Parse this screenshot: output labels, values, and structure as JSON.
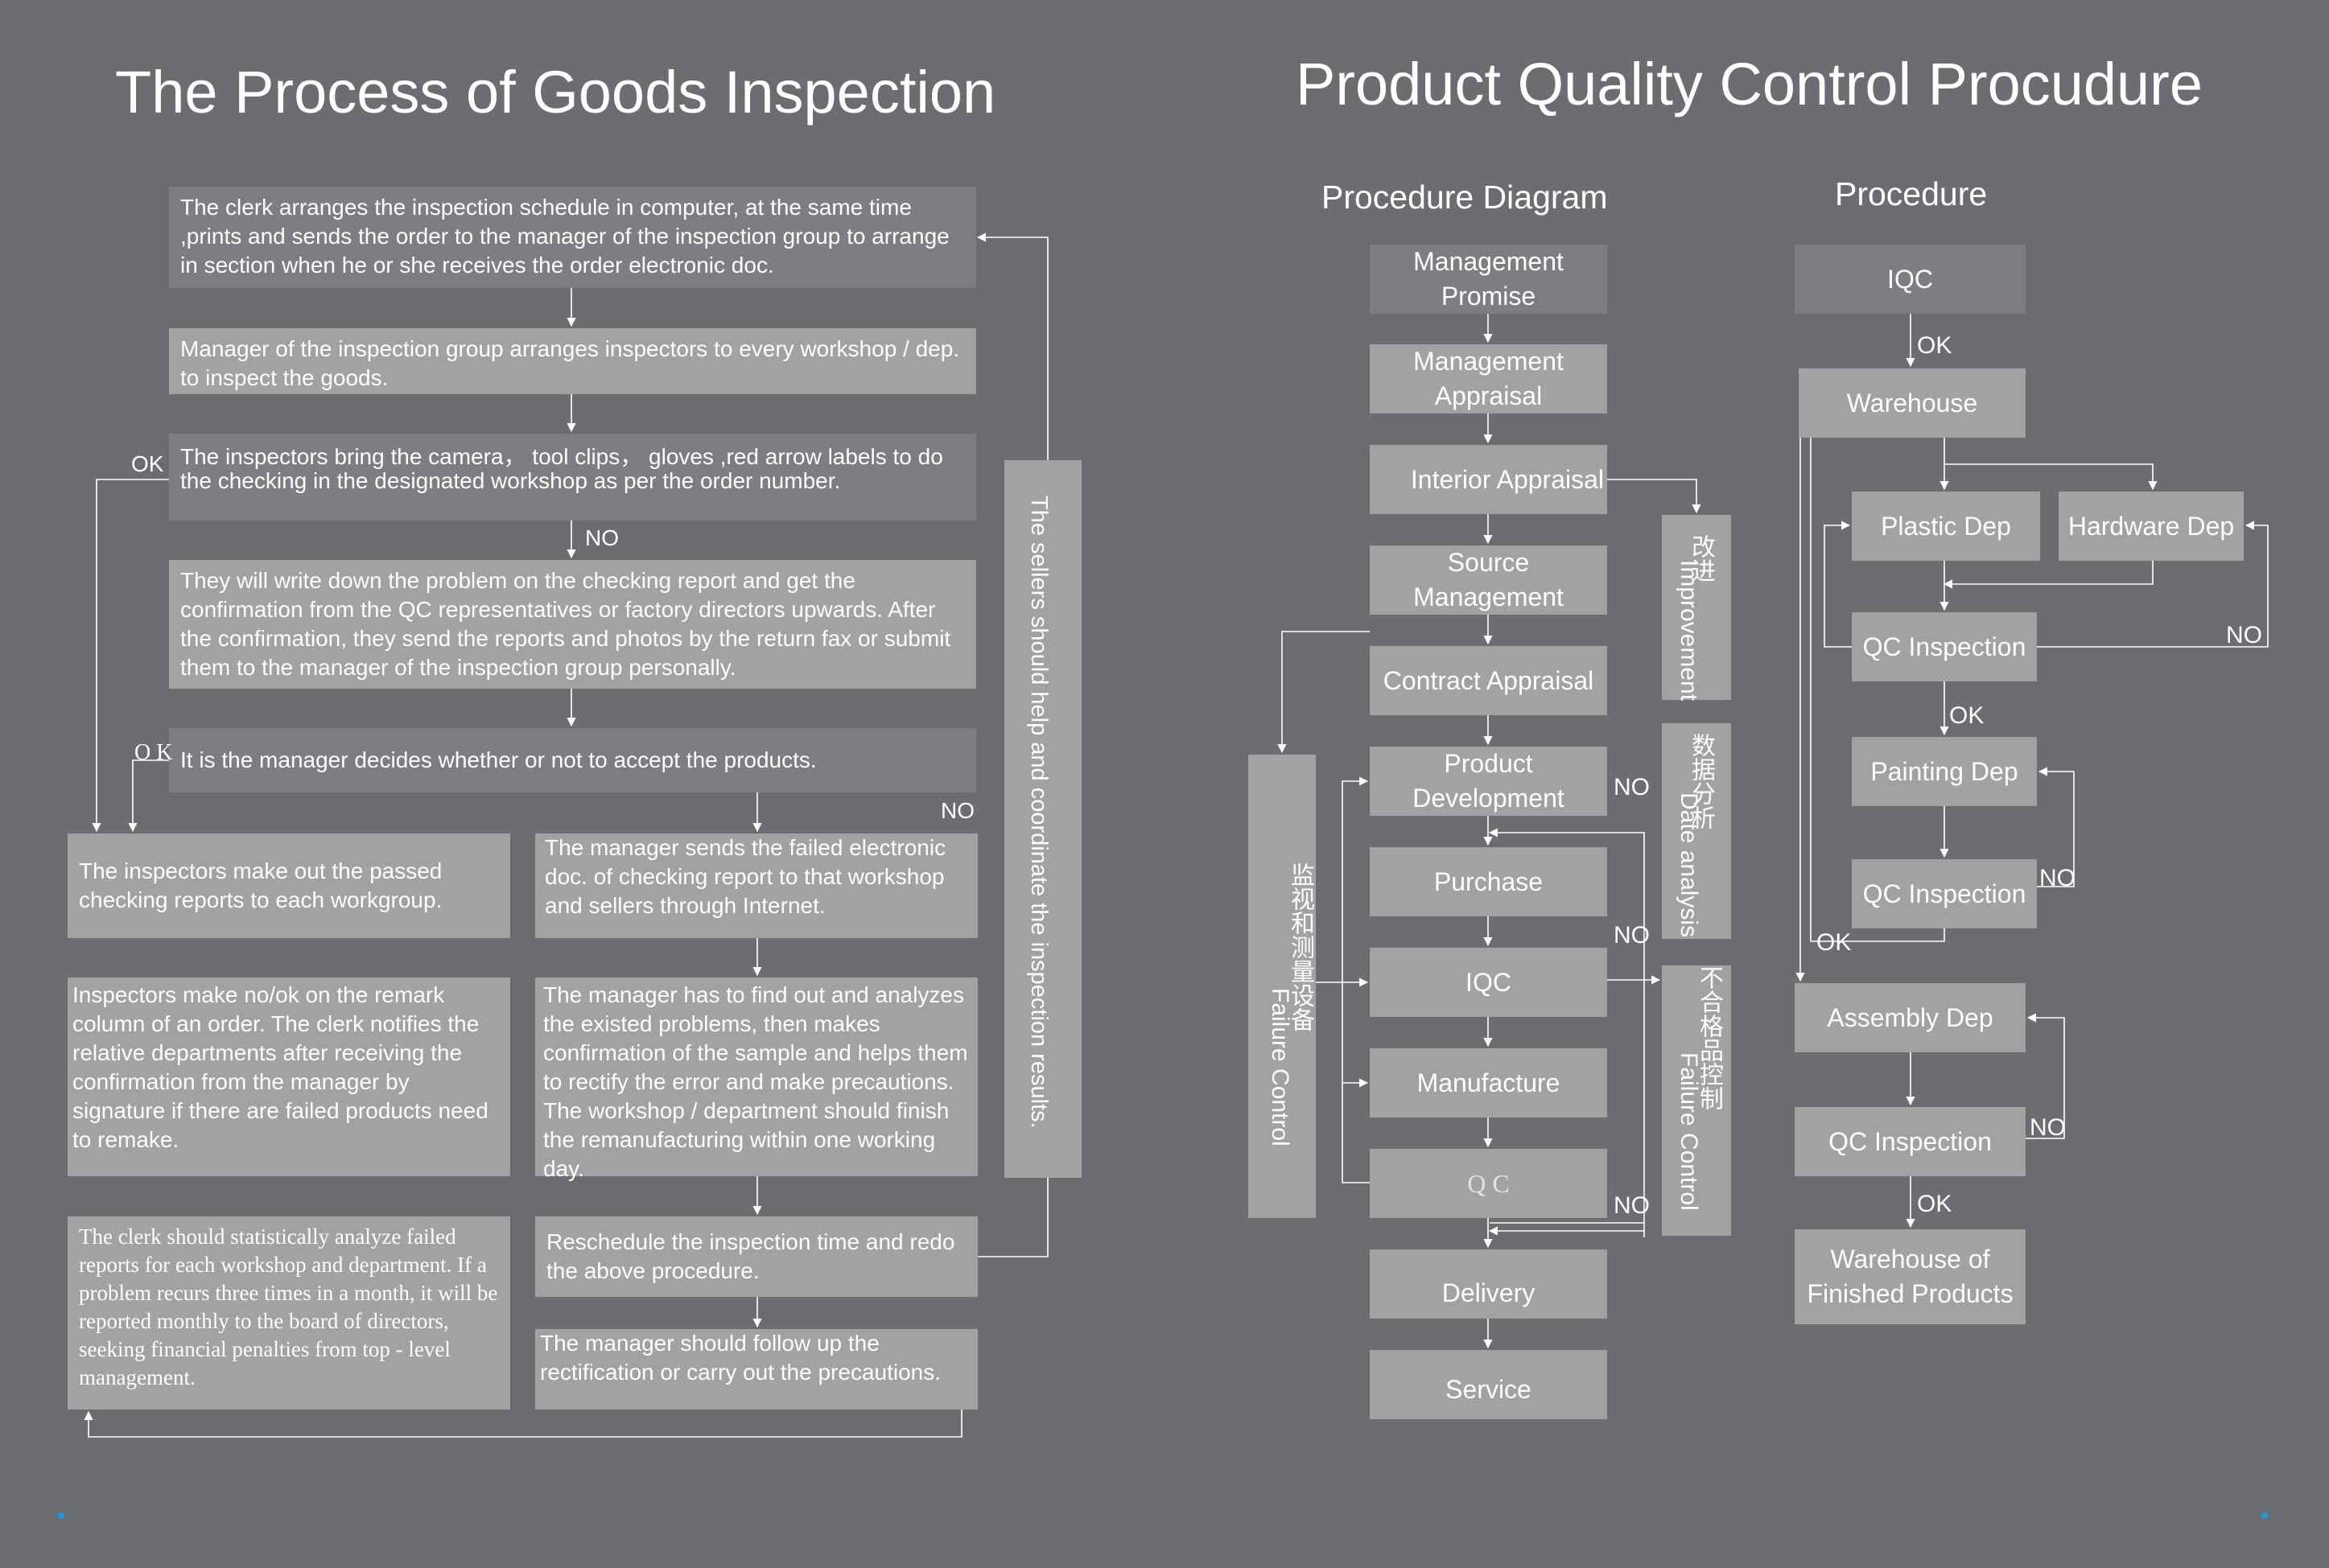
{
  "left": {
    "title": "The Process of Goods Inspection",
    "boxes": {
      "b1": "The clerk arranges the inspection schedule in computer, at the same time ,prints and sends the order to the manager of the inspection group to arrange in section when he or she receives the order electronic doc.",
      "b2": "Manager of the inspection group arranges inspectors to every workshop / dep. to inspect the goods.",
      "b3": "The inspectors bring the camera， tool clips， gloves ,red arrow labels to do the checking in the designated workshop as per the order number.",
      "b4": "They will write down the problem on the checking report and get the confirmation from the QC representatives or factory directors upwards. After the confirmation, they send the reports and photos by the return fax or submit them to the manager of the inspection group personally.",
      "b5": "It is the manager decides whether or not to accept the products.",
      "b6": "The inspectors make out the passed checking reports to each workgroup.",
      "b7": "Inspectors make no/ok on the remark column of an order. The clerk notifies the relative departments after receiving the confirmation from the manager by signature if there are failed products need to remake.",
      "b8": "The clerk should statistically analyze failed reports for each workshop and department. If a problem recurs three times in a month, it will be reported monthly to the board of directors, seeking financial penalties from top - level management.",
      "b9": "The manager sends the failed electronic doc. of checking report to that workshop and sellers through Internet.",
      "b10": "The manager has to find out and analyzes the existed problems, then makes confirmation of the sample and helps them to rectify the error and make precautions. The workshop / department should finish the remanufacturing within one working day.",
      "b11": "Reschedule the inspection time and redo the above procedure.",
      "b12": "The manager should follow up the rectification or carry out the precautions.",
      "side": "The sellers should help and coordinate the inspection results."
    },
    "labels": {
      "ok1": "OK",
      "no1": "NO",
      "ok2": "O K",
      "no2": "NO"
    }
  },
  "right": {
    "title": "Product Quality Control Procudure",
    "diagram": {
      "heading": "Procedure Diagram",
      "steps": [
        "Management Promise",
        "Management Appraisal",
        "Interior Appraisal",
        "Source Management",
        "Contract Appraisal",
        "Product Development",
        "Purchase",
        "IQC",
        "Manufacture",
        "Q C",
        "Delivery",
        "Service"
      ],
      "side_left": {
        "cn": "监视和测量设备",
        "en": "Failure Control"
      },
      "side_right1": {
        "cn": "改进",
        "en": "Improvement"
      },
      "side_right2": {
        "cn": "数据分析",
        "en": "Date analysis"
      },
      "side_right3": {
        "cn": "不合格品控制",
        "en": "Failure Control"
      },
      "labels": {
        "no1": "NO",
        "no2": "NO",
        "no3": "NO"
      }
    },
    "procedure": {
      "heading": "Procedure",
      "steps": {
        "iqc": "IQC",
        "warehouse": "Warehouse",
        "plastic": "Plastic Dep",
        "hardware": "Hardware Dep",
        "qc1": "QC Inspection",
        "painting": "Painting Dep",
        "qc2": "QC Inspection",
        "assembly": "Assembly Dep",
        "qc3": "QC Inspection",
        "finished": "Warehouse of Finished Products"
      },
      "labels": {
        "ok1": "OK",
        "no1": "NO",
        "ok2": "OK",
        "no2": "NO",
        "ok3": "OK",
        "no3": "NO",
        "ok4": "OK"
      }
    }
  }
}
